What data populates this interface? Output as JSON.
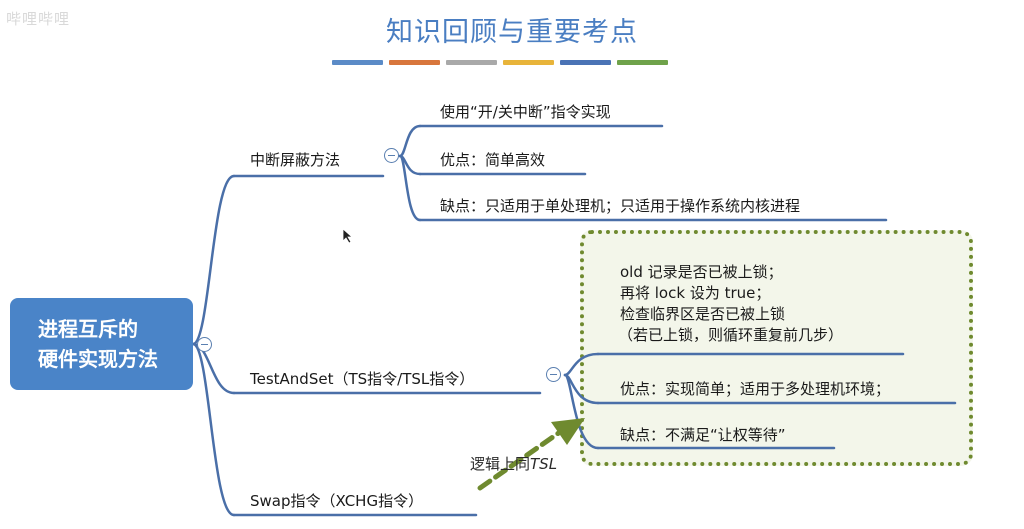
{
  "watermark": "哔哩哔哩",
  "title": "知识回顾与重要考点",
  "colors": {
    "bars": [
      "#5b8bc7",
      "#d8763c",
      "#a9a9a9",
      "#e8b43a",
      "#4a73b5",
      "#6fa24a"
    ],
    "accent": "#4a84c8",
    "connector": "#4a6fa8",
    "dotted_border": "#6f8a2f",
    "dotted_fill": "#f3f6ea",
    "arrow": "#6f8a2f"
  },
  "root": {
    "line1": "进程互斥的",
    "line2": "硬件实现方法"
  },
  "branches": {
    "interrupt": {
      "label": "中断屏蔽方法",
      "children": [
        "使用“开/关中断”指令实现",
        "优点：简单高效",
        "缺点：只适用于单处理机；只适用于操作系统内核进程"
      ]
    },
    "tas": {
      "label": "TestAndSet（TS指令/TSL指令）",
      "detail_lines": [
        "old 记录是否已被上锁；",
        "再将 lock 设为 true；",
        "检查临界区是否已被上锁",
        "（若已上锁，则循环重复前几步）"
      ],
      "pro": "优点：实现简单；适用于多处理机环境；",
      "con": "缺点：不满足“让权等待”"
    },
    "swap": {
      "label": "Swap指令（XCHG指令）"
    }
  },
  "annotation": {
    "prefix": "逻辑上同",
    "suffix": "TSL"
  }
}
